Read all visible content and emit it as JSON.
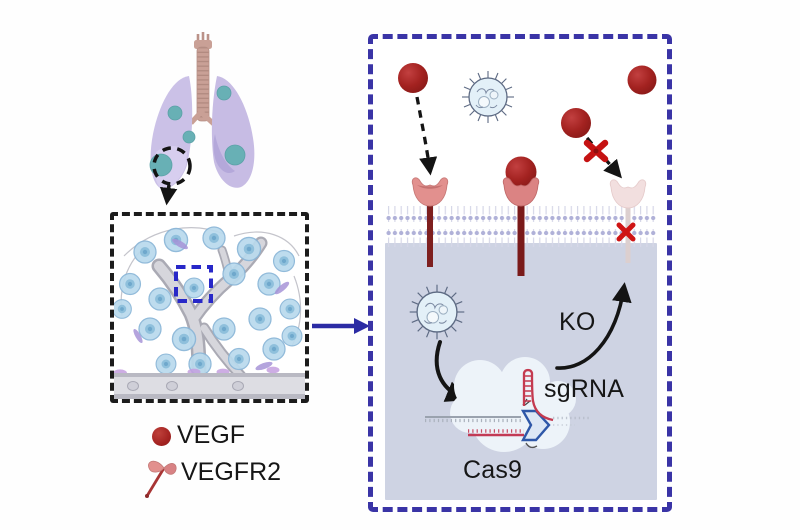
{
  "legend": {
    "items": [
      {
        "label": "VEGF",
        "icon": "vegf-molecule-icon",
        "color": "#a32220"
      },
      {
        "label": "VEGFR2",
        "icon": "vegfr2-receptor-icon",
        "color": "#e2908e"
      }
    ]
  },
  "right_panel": {
    "ko_label": "KO",
    "sgrna_label": "sgRNA",
    "cas9_label": "Cas9"
  },
  "colors": {
    "panel_border_blue": "#3a34a6",
    "zoom_arrow_blue": "#2b2ba4",
    "roi_box_blue": "#2828c8",
    "vegf_red": "#a32220",
    "receptor_pink": "#e2908e",
    "receptor_bound_pink": "#db8383",
    "receptor_stem_red": "#7e1f1f",
    "knocked_out_receptor": "#f2dfdf",
    "knockout_x_red": "#cf1414",
    "cell_interior": "#ced3e3",
    "membrane_lipid_head": "#b0b1d8",
    "lung_lavender": "#cbc1e7",
    "trachea_tan": "#c9a096",
    "tumor_teal": "#68b0b5",
    "tumor_cell_blue": "#badaed",
    "vessel_gray": "#c6c6ce",
    "virus_fill": "#e3f0f8",
    "sgrna_red": "#c43a50",
    "pam_blue": "#2e57a8",
    "cas9_blob": "#edf3f9"
  }
}
